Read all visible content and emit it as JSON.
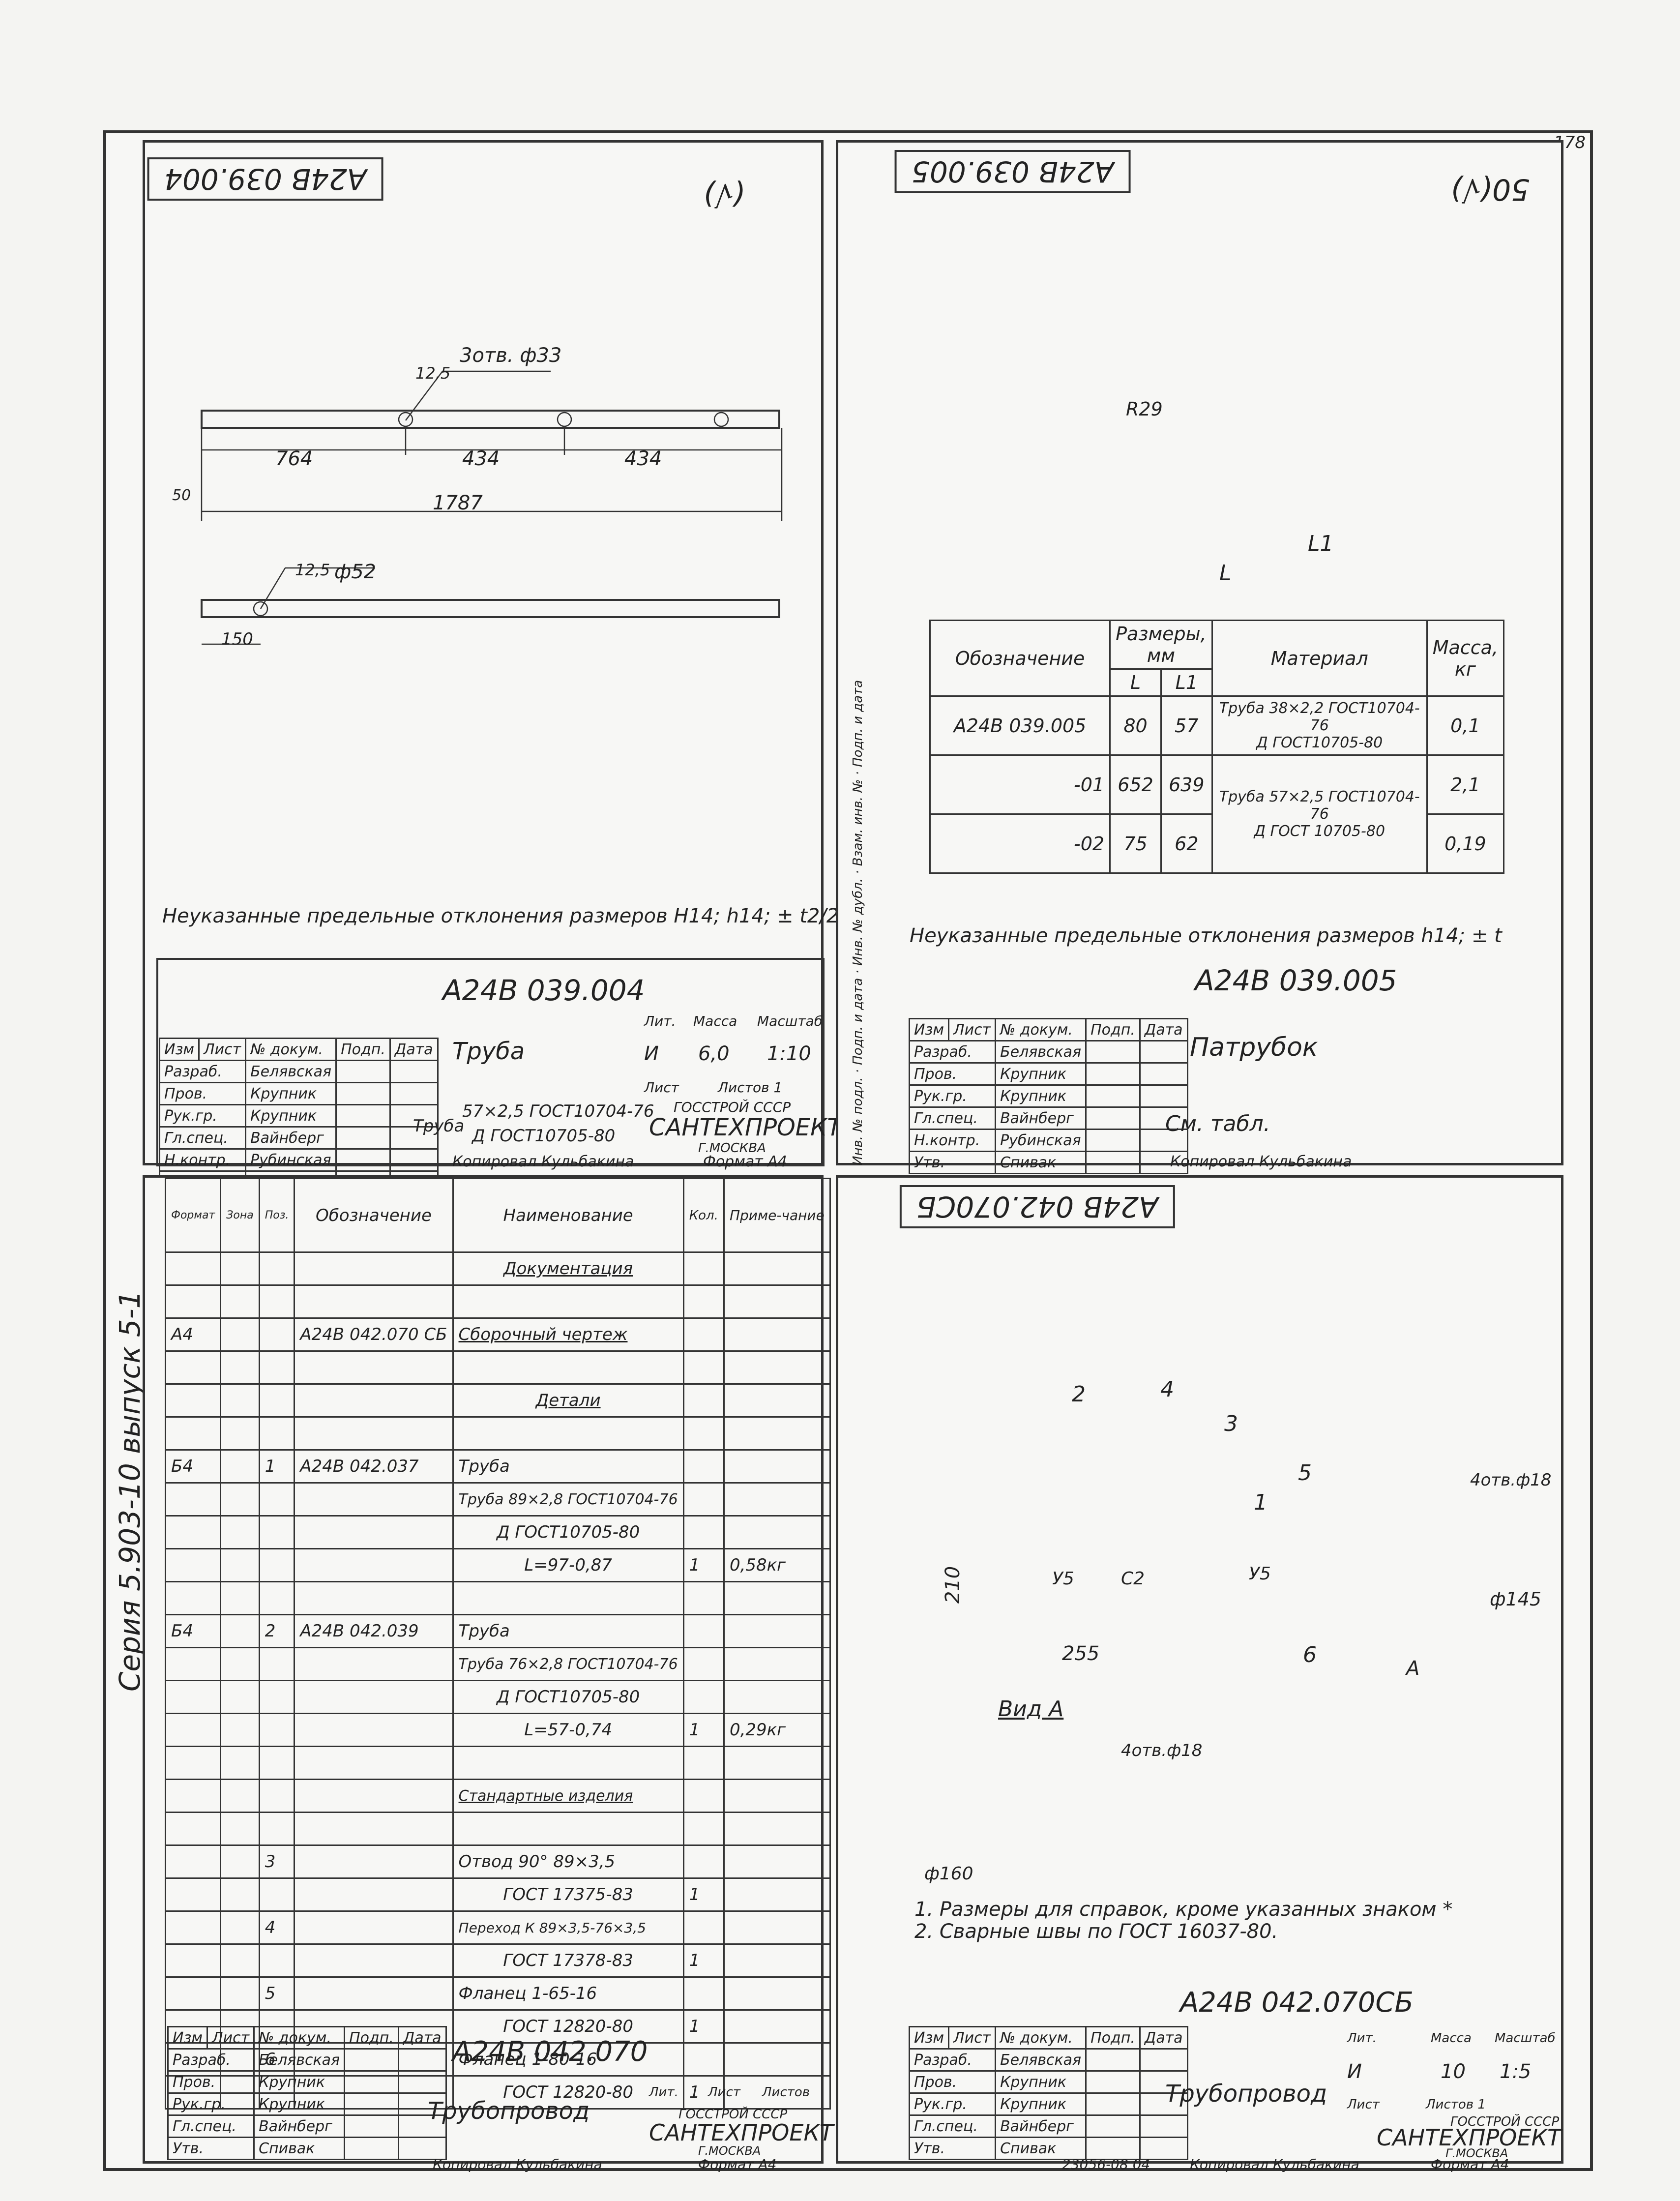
{
  "series_label": "Серия 5.903-10   выпуск 5-1",
  "sheet_number": "178",
  "bottom_code": "23056-08   04",
  "copied_by": "Копировал Кульбакина",
  "format": "Формат А4",
  "common": {
    "organization": "ГОССТРОЙ СССР",
    "org_name": "САНТЕХПРОЕКТ",
    "city": "Г.МОСКВА",
    "stamp_headers": [
      "Изм",
      "Лист",
      "№ докум.",
      "Подп.",
      "Дата"
    ],
    "roles": [
      "Разраб.",
      "Пров.",
      "Рук.гр.",
      "Гл.спец.",
      "Н.контр.",
      "Утв."
    ],
    "names": [
      "Белявская",
      "Крупник",
      "Крупник",
      "Вайнберг",
      "Рубинская",
      "Спивак"
    ],
    "col_lit": "Лит.",
    "col_mass": "Масса",
    "col_scale": "Масштаб",
    "col_sheet": "Лист",
    "col_sheets": "Листов",
    "side_labels": [
      "Подп. и дата",
      "Взам. инв. №",
      "Инв. № дубл.",
      "Подп. и дата",
      "Инв. № подл."
    ]
  },
  "q1": {
    "code": "А24В 039.004",
    "roughness": "(√)",
    "holes_note": "3отв. ф33",
    "dim_125": "12,5",
    "dim_764": "764",
    "dim_434a": "434",
    "dim_434b": "434",
    "dim_1787": "1787",
    "dim_50": "50",
    "dim_125b": "12,5",
    "dim_52": "ф52",
    "dim_150": "150",
    "tolerance_note": "Неуказанные предельные отклонения размеров Н14; h14; ± t2/2",
    "title": "Труба",
    "lit": "И",
    "mass": "6,0",
    "scale": "1:10",
    "sheets": "Листов 1",
    "material_line1": "57×2,5 ГОСТ10704-76",
    "material_line2": "Д ГОСТ10705-80",
    "material_prefix": "Труба"
  },
  "q2": {
    "code": "А24В 039.005",
    "roughness": "50(√)",
    "dim_r29": "R29",
    "dim_l1": "L1",
    "dim_l": "L",
    "table_head_designation": "Обозначение",
    "table_head_sizes": "Размеры, мм",
    "table_head_l": "L",
    "table_head_l1": "L1",
    "table_head_material": "Материал",
    "table_head_mass": "Масса, кг",
    "rows": [
      {
        "designation": "А24В 039.005",
        "l": "80",
        "l1": "57",
        "mass": "0,1"
      },
      {
        "designation": "-01",
        "l": "652",
        "l1": "639",
        "mass": "2,1"
      },
      {
        "designation": "-02",
        "l": "75",
        "l1": "62",
        "mass": "0,19"
      }
    ],
    "mat1_prefix": "Труба",
    "mat1_line1": "38×2,2 ГОСТ10704-76",
    "mat1_line2": "Д ГОСТ10705-80",
    "mat2_prefix": "Труба",
    "mat2_line1": "57×2,5 ГОСТ10704-76",
    "mat2_line2": "Д ГОСТ 10705-80",
    "tolerance_note": "Неуказанные предельные отклонения размеров h14; ± t",
    "title": "Патрубок",
    "material": "См. табл."
  },
  "q3": {
    "head": [
      "Формат",
      "Зона",
      "Поз.",
      "Обозначение",
      "Наименование",
      "Кол.",
      "Приме-чание"
    ],
    "rows": [
      {
        "fmt": "",
        "pos": "",
        "code": "",
        "name": "Документация",
        "qty": "",
        "note": ""
      },
      {
        "fmt": "",
        "pos": "",
        "code": "",
        "name": "",
        "qty": "",
        "note": ""
      },
      {
        "fmt": "А4",
        "pos": "",
        "code": "А24В 042.070 СБ",
        "name": "Сборочный чертеж",
        "qty": "",
        "note": ""
      },
      {
        "fmt": "",
        "pos": "",
        "code": "",
        "name": "",
        "qty": "",
        "note": ""
      },
      {
        "fmt": "",
        "pos": "",
        "code": "",
        "name": "Детали",
        "qty": "",
        "note": ""
      },
      {
        "fmt": "",
        "pos": "",
        "code": "",
        "name": "",
        "qty": "",
        "note": ""
      },
      {
        "fmt": "Б4",
        "pos": "1",
        "code": "А24В 042.037",
        "name": "Труба",
        "qty": "",
        "note": ""
      },
      {
        "fmt": "",
        "pos": "",
        "code": "",
        "name": "Труба 89×2,8 ГОСТ10704-76",
        "qty": "",
        "note": ""
      },
      {
        "fmt": "",
        "pos": "",
        "code": "",
        "name": "Д ГОСТ10705-80",
        "qty": "",
        "note": ""
      },
      {
        "fmt": "",
        "pos": "",
        "code": "",
        "name": "L=97-0,87",
        "qty": "1",
        "note": "0,58кг"
      },
      {
        "fmt": "",
        "pos": "",
        "code": "",
        "name": "",
        "qty": "",
        "note": ""
      },
      {
        "fmt": "Б4",
        "pos": "2",
        "code": "А24В 042.039",
        "name": "Труба",
        "qty": "",
        "note": ""
      },
      {
        "fmt": "",
        "pos": "",
        "code": "",
        "name": "Труба 76×2,8 ГОСТ10704-76",
        "qty": "",
        "note": ""
      },
      {
        "fmt": "",
        "pos": "",
        "code": "",
        "name": "Д ГОСТ10705-80",
        "qty": "",
        "note": ""
      },
      {
        "fmt": "",
        "pos": "",
        "code": "",
        "name": "L=57-0,74",
        "qty": "1",
        "note": "0,29кг"
      },
      {
        "fmt": "",
        "pos": "",
        "code": "",
        "name": "",
        "qty": "",
        "note": ""
      },
      {
        "fmt": "",
        "pos": "",
        "code": "",
        "name": "Стандартные изделия",
        "qty": "",
        "note": ""
      },
      {
        "fmt": "",
        "pos": "",
        "code": "",
        "name": "",
        "qty": "",
        "note": ""
      },
      {
        "fmt": "",
        "pos": "3",
        "code": "",
        "name": "Отвод 90° 89×3,5",
        "qty": "",
        "note": ""
      },
      {
        "fmt": "",
        "pos": "",
        "code": "",
        "name": "ГОСТ 17375-83",
        "qty": "1",
        "note": ""
      },
      {
        "fmt": "",
        "pos": "4",
        "code": "",
        "name": "Переход К 89×3,5-76×3,5",
        "qty": "",
        "note": ""
      },
      {
        "fmt": "",
        "pos": "",
        "code": "",
        "name": "ГОСТ 17378-83",
        "qty": "1",
        "note": ""
      },
      {
        "fmt": "",
        "pos": "5",
        "code": "",
        "name": "Фланец 1-65-16",
        "qty": "",
        "note": ""
      },
      {
        "fmt": "",
        "pos": "",
        "code": "",
        "name": "ГОСТ 12820-80",
        "qty": "1",
        "note": ""
      },
      {
        "fmt": "",
        "pos": "6",
        "code": "",
        "name": "Фланец 1-80-16",
        "qty": "",
        "note": ""
      },
      {
        "fmt": "",
        "pos": "",
        "code": "",
        "name": "ГОСТ 12820-80",
        "qty": "1",
        "note": ""
      }
    ],
    "code": "А24В 042.070",
    "title": "Трубопровод"
  },
  "q4": {
    "code": "А24В 042.070СБ",
    "pos_labels": [
      "1",
      "2",
      "3",
      "4",
      "5",
      "6"
    ],
    "weld_y5a": "У5",
    "weld_c2": "С2",
    "weld_y5b": "У5",
    "dim_210": "210",
    "dim_255": "255",
    "dim_145": "ф145",
    "holes": "4отв.ф18",
    "view_arrow": "А",
    "view_label": "Вид А",
    "holes_a": "4отв.ф18",
    "dim_160": "ф160",
    "note1": "1. Размеры для справок, кроме указанных знаком *",
    "note2": "2. Сварные швы по ГОСТ 16037-80.",
    "title": "Трубопровод",
    "lit": "И",
    "mass": "10",
    "scale": "1:5",
    "sheets": "Листов 1"
  }
}
